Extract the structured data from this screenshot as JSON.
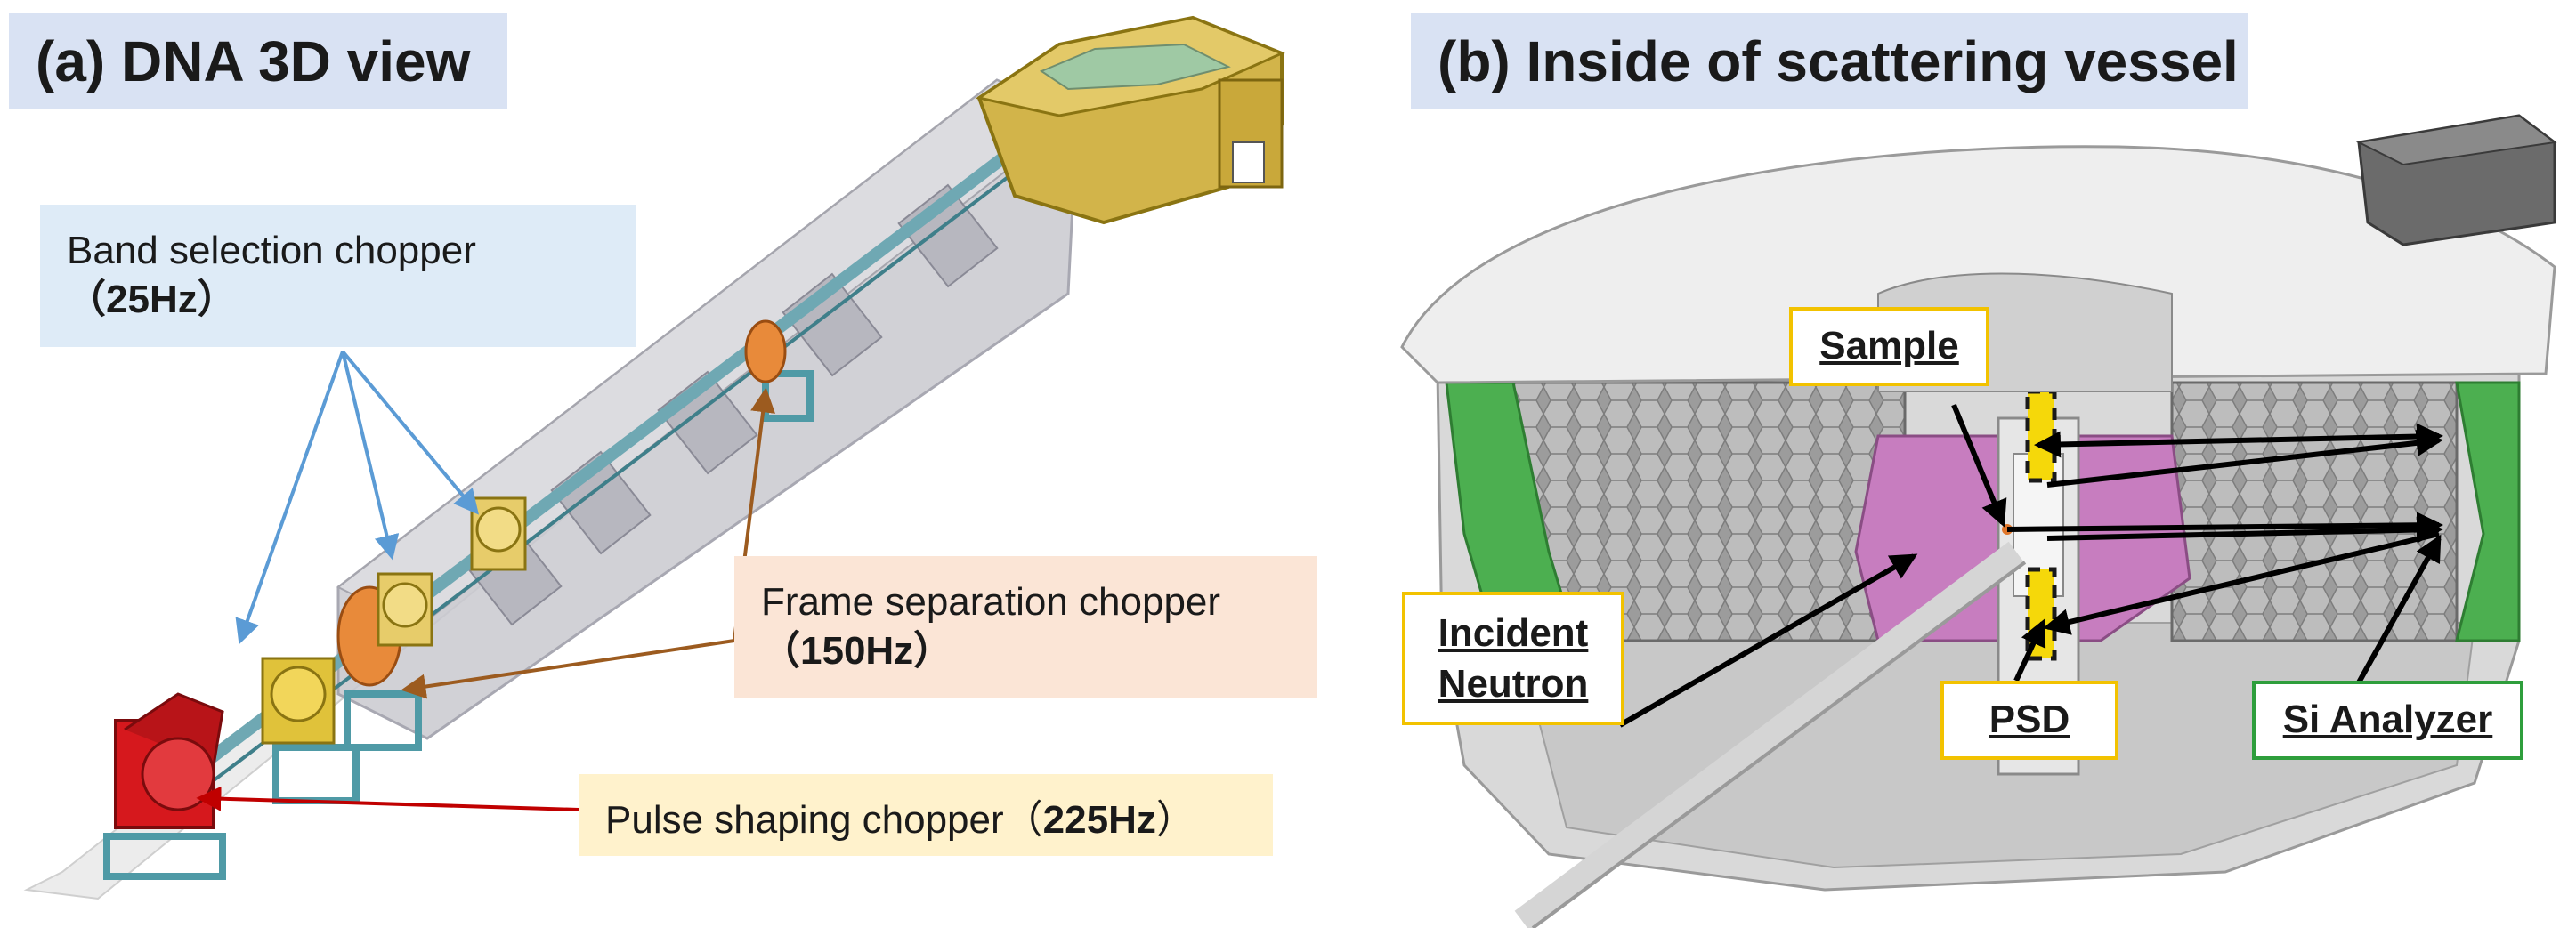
{
  "panel_a": {
    "title": "(a) DNA 3D view",
    "band_chopper": {
      "name": "Band selection chopper",
      "freq": "（25Hz）"
    },
    "frame_chopper": {
      "name": "Frame separation chopper",
      "freq": "（150Hz）"
    },
    "pulse_chopper": {
      "name": "Pulse shaping chopper",
      "freq_prefix": "（",
      "freq": "225Hz",
      "freq_suffix": "）"
    }
  },
  "panel_b": {
    "title": "(b) Inside of scattering vessel",
    "labels": {
      "sample": "Sample",
      "incident_line1": "Incident",
      "incident_line2": "Neutron",
      "psd": "PSD",
      "si_analyzer": "Si Analyzer"
    }
  },
  "colors": {
    "title_bg": "#d9e2f3",
    "band_box": "#deebf7",
    "frame_box": "#fbe5d6",
    "pulse_box": "#fff2cc",
    "band_arrow": "#5b9bd5",
    "frame_arrow": "#9c5b1f",
    "pulse_arrow": "#c00000",
    "tag_border_yellow": "#f2c200",
    "tag_border_green": "#2e9e3c"
  }
}
